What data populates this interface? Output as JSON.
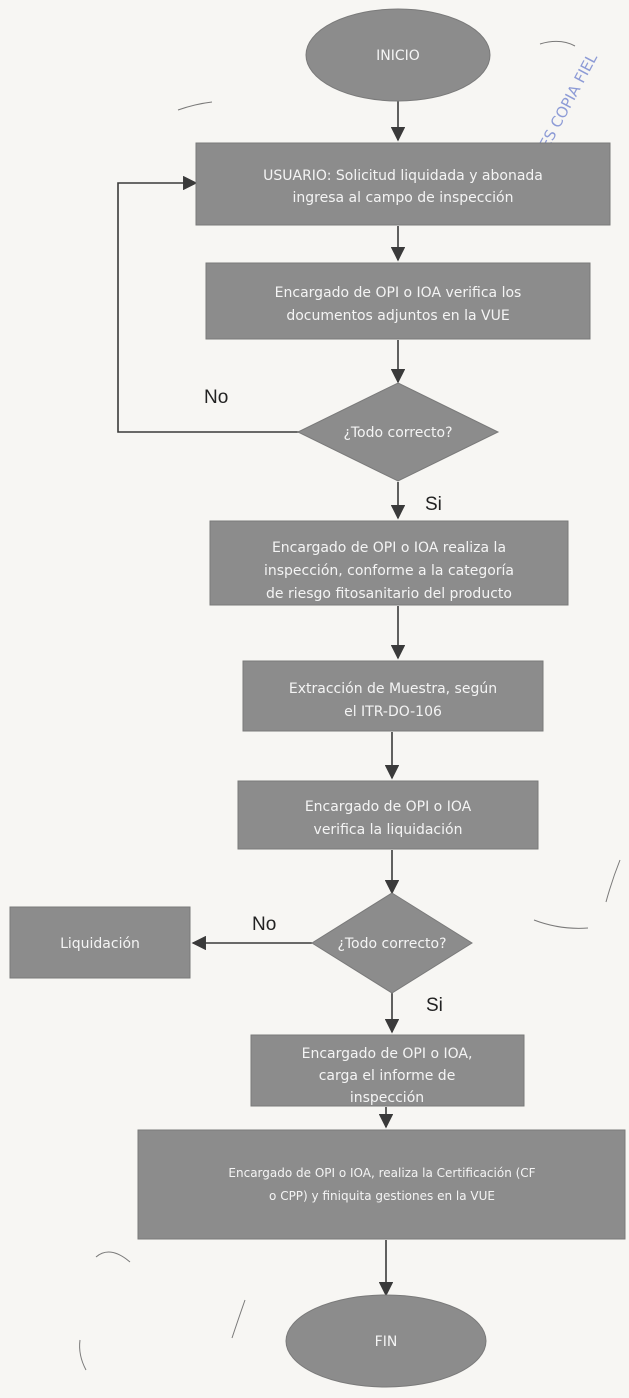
{
  "nodes": {
    "start": "INICIO",
    "step1": [
      "USUARIO: Solicitud liquidada y abonada",
      "ingresa al campo de inspección"
    ],
    "step2": [
      "Encargado de OPI o IOA verifica los",
      "documentos adjuntos en la VUE"
    ],
    "decision1": "¿Todo correcto?",
    "step3": [
      "Encargado de OPI o IOA realiza la",
      "inspección, conforme a la categoría",
      "de riesgo fitosanitario del producto"
    ],
    "step4": [
      "Extracción de Muestra, según",
      "el ITR-DO-106"
    ],
    "step5": [
      "Encargado de OPI o IOA",
      "verifica la liquidación"
    ],
    "decision2": "¿Todo correcto?",
    "side": "Liquidación",
    "step6": [
      "Encargado de OPI o IOA,",
      "carga el informe de",
      "inspección"
    ],
    "step7": [
      "Encargado de OPI o IOA, realiza la Certificación (CF",
      "o CPP) y finiquita gestiones en la VUE"
    ],
    "end": "FIN"
  },
  "branches": {
    "no1": "No",
    "yes1": "Si",
    "no2": "No",
    "yes2": "Si"
  },
  "stamp": "ES COPIA FIEL",
  "colors": {
    "box_fill": "#8c8c8c",
    "box_text": "#f4f4f4",
    "line": "#3a3a3a",
    "paper": "#f7f6f3",
    "stamp": "#8d9bd6"
  }
}
